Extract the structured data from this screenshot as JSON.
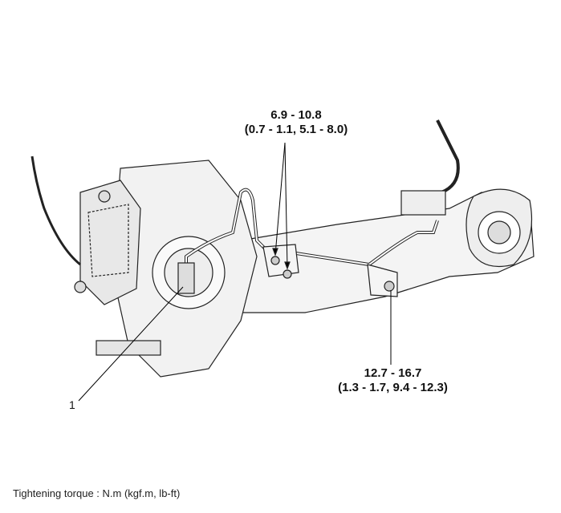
{
  "callouts": {
    "upper": {
      "line1": "6.9 - 10.8",
      "line2": "(0.7 - 1.1, 5.1 - 8.0)"
    },
    "lower": {
      "line1": "12.7 - 16.7",
      "line2": "(1.3 - 1.7, 9.4 - 12.3)"
    },
    "part_number": "1"
  },
  "footer": "Tightening torque : N.m (kgf.m, lb-ft)"
}
